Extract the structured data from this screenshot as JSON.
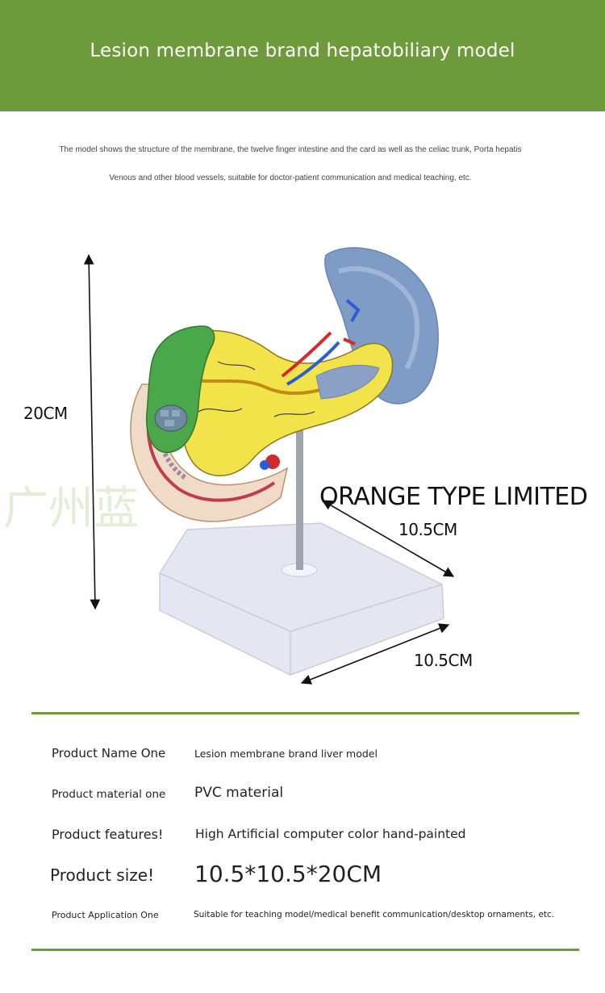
{
  "banner": {
    "title": "Lesion membrane brand hepatobiliary model"
  },
  "description": {
    "line1": "The model shows the structure of the membrane, the twelve finger intestine and the card as well as the celiac trunk, Porta hepatis",
    "line2": "Venous and other blood vessels, suitable for doctor-patient communication and medical teaching, etc."
  },
  "figure": {
    "height_label": "20CM",
    "width_label": "10.5CM",
    "depth_label": "10.5CM",
    "brand_text": "ORANGE TYPE LIMITED",
    "watermark_text": "广州蓝"
  },
  "specs": [
    {
      "label": "Product Name One",
      "value": "Lesion membrane brand liver model"
    },
    {
      "label": "Product material one",
      "value": "PVC material"
    },
    {
      "label": "Product features!",
      "value": "High Artificial computer color hand-painted"
    },
    {
      "label": "Product size!",
      "value": "10.5*10.5*20CM"
    },
    {
      "label": "Product Application One",
      "value": "Suitable for teaching model/medical benefit communication/desktop ornaments, etc."
    }
  ],
  "colors": {
    "accent": "#6d9a3a",
    "gallbladder": "#4aa84a",
    "pancreas": "#f3e34a",
    "spleen": "#7f9cc7",
    "base": "#e4e6f2"
  }
}
